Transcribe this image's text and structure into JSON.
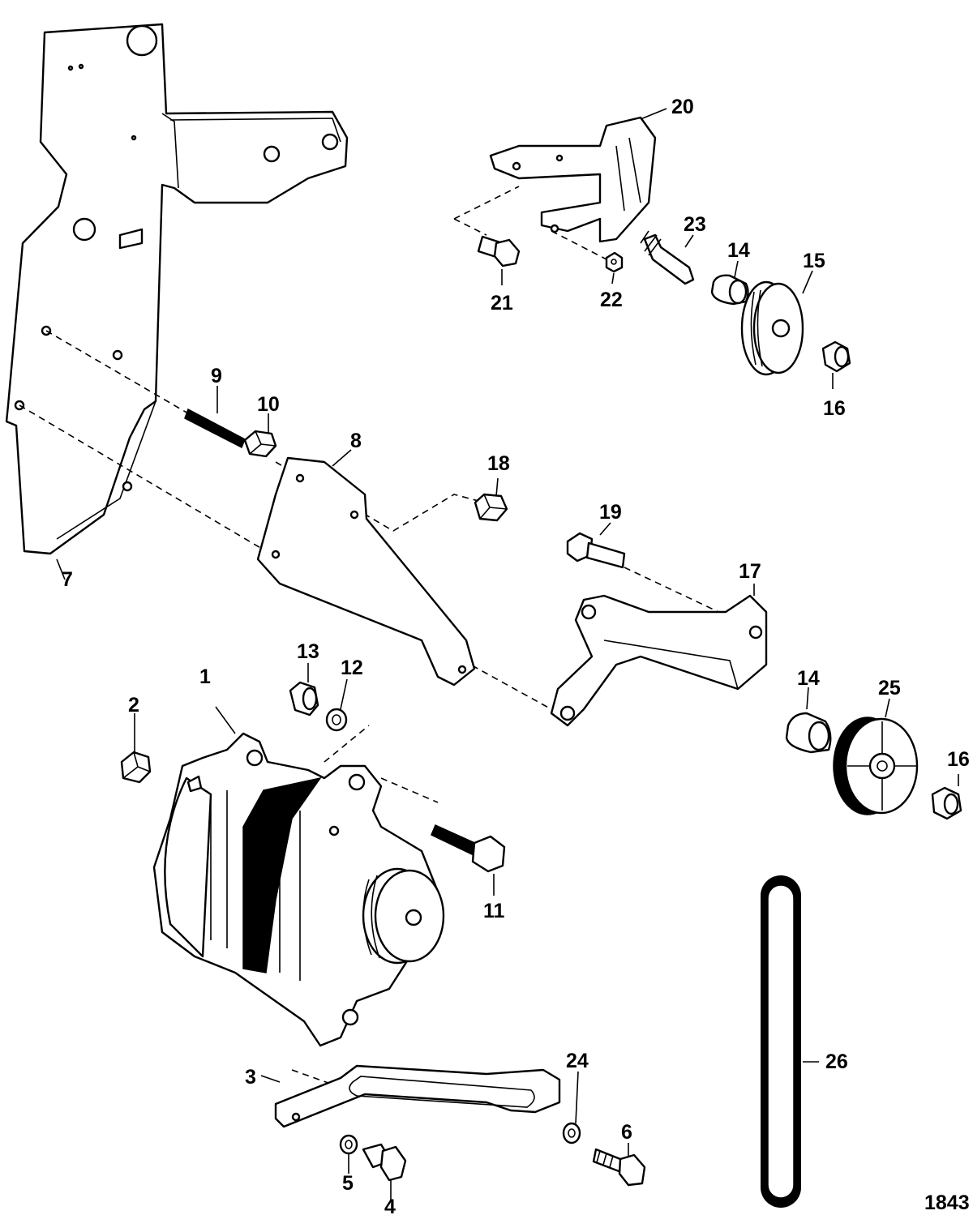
{
  "figure_number": "1843",
  "callouts": [
    {
      "id": "c1",
      "label": "1"
    },
    {
      "id": "c2",
      "label": "2"
    },
    {
      "id": "c3",
      "label": "3"
    },
    {
      "id": "c4",
      "label": "4"
    },
    {
      "id": "c5",
      "label": "5"
    },
    {
      "id": "c6",
      "label": "6"
    },
    {
      "id": "c7",
      "label": "7"
    },
    {
      "id": "c8",
      "label": "8"
    },
    {
      "id": "c9",
      "label": "9"
    },
    {
      "id": "c10",
      "label": "10"
    },
    {
      "id": "c11",
      "label": "11"
    },
    {
      "id": "c12",
      "label": "12"
    },
    {
      "id": "c13",
      "label": "13"
    },
    {
      "id": "c14a",
      "label": "14"
    },
    {
      "id": "c14b",
      "label": "14"
    },
    {
      "id": "c15",
      "label": "15"
    },
    {
      "id": "c16a",
      "label": "16"
    },
    {
      "id": "c16b",
      "label": "16"
    },
    {
      "id": "c17",
      "label": "17"
    },
    {
      "id": "c18",
      "label": "18"
    },
    {
      "id": "c19",
      "label": "19"
    },
    {
      "id": "c20",
      "label": "20"
    },
    {
      "id": "c21",
      "label": "21"
    },
    {
      "id": "c22",
      "label": "22"
    },
    {
      "id": "c23",
      "label": "23"
    },
    {
      "id": "c24",
      "label": "24"
    },
    {
      "id": "c25",
      "label": "25"
    },
    {
      "id": "c26",
      "label": "26"
    }
  ]
}
